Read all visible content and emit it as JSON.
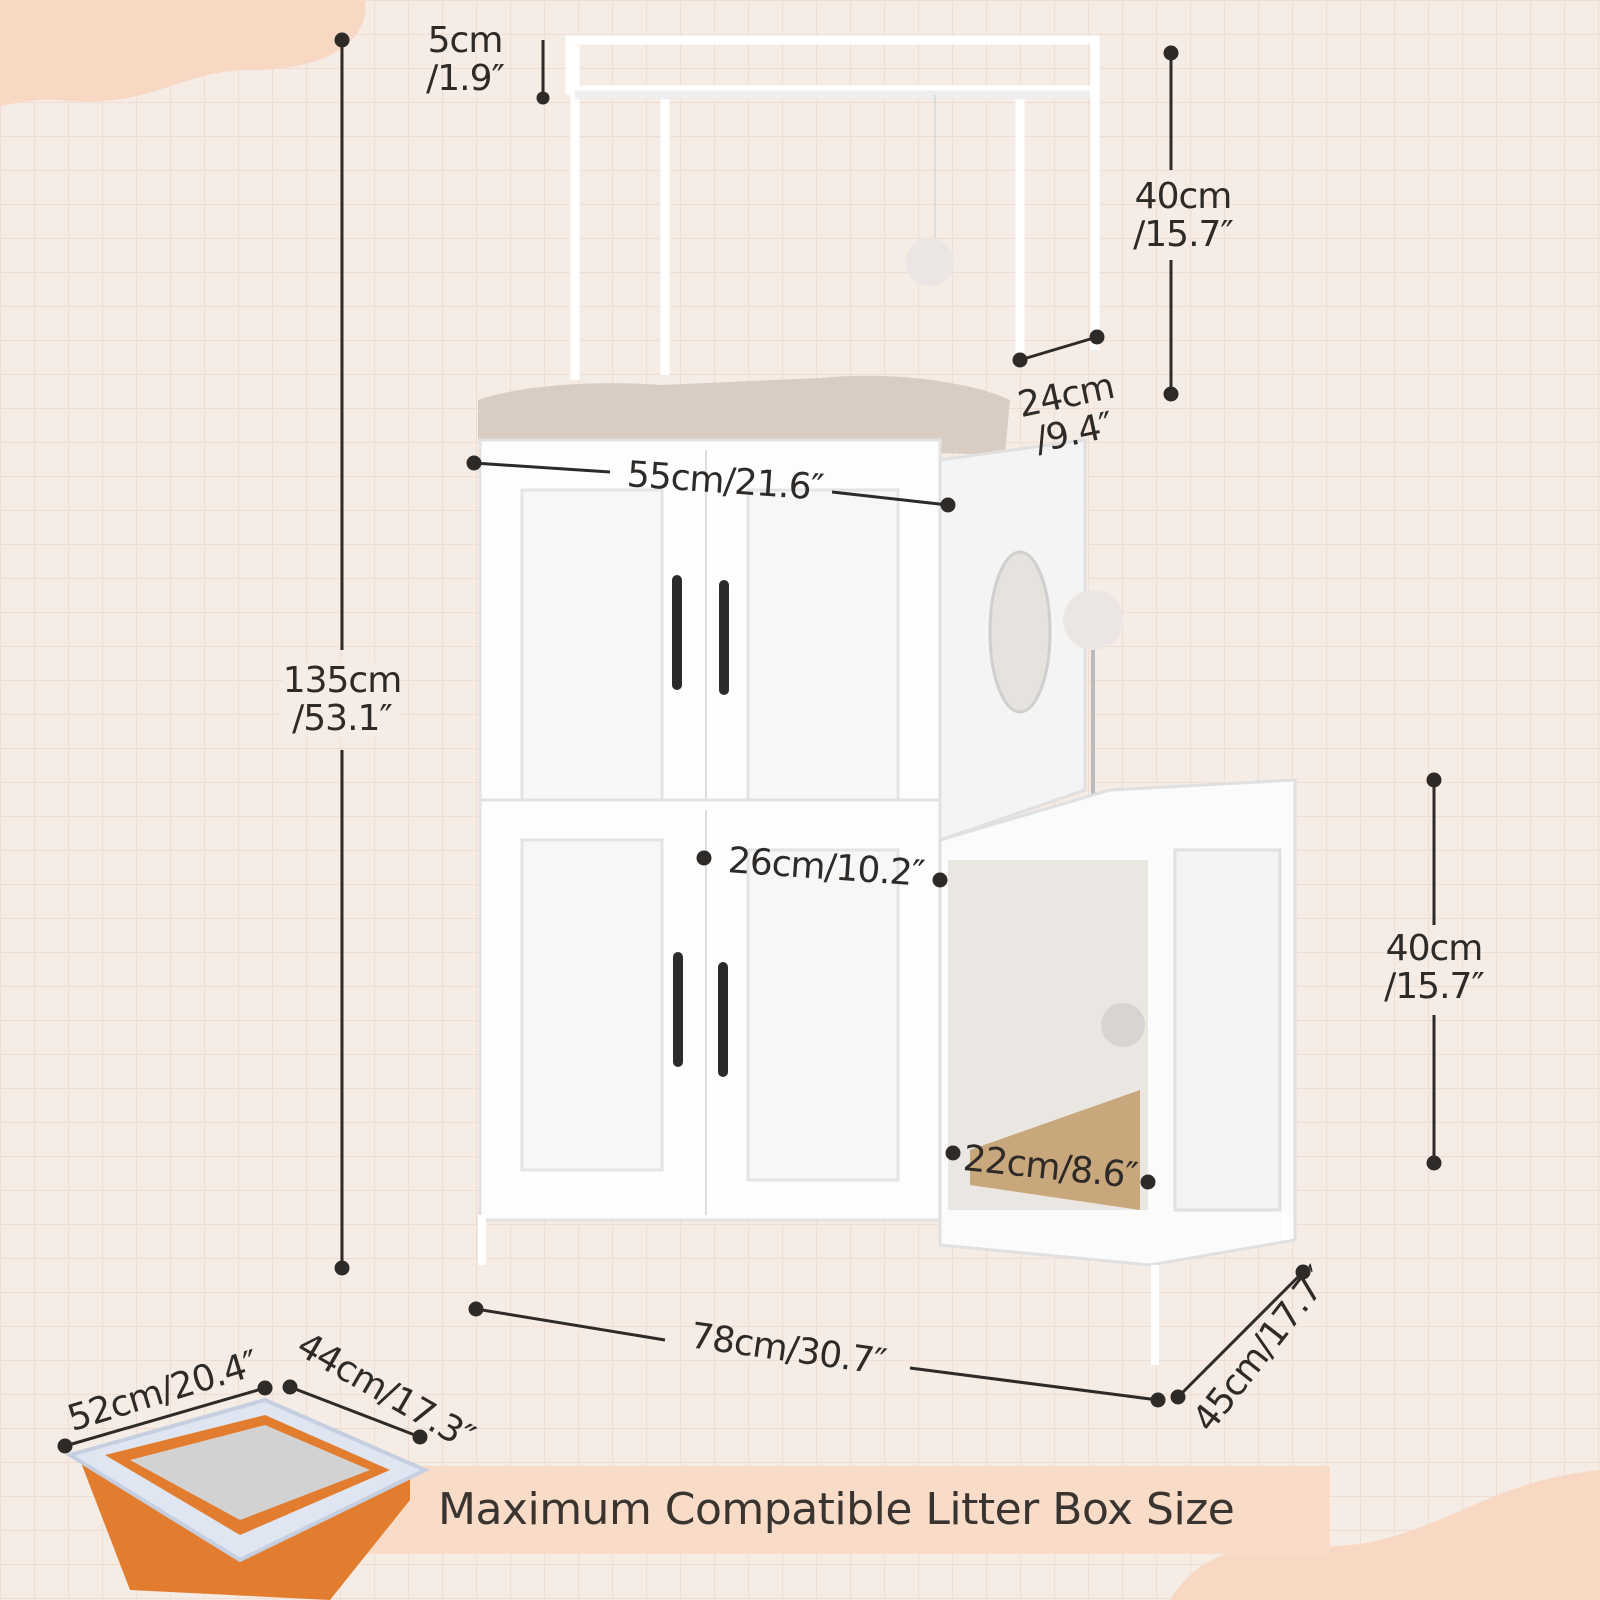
{
  "dimensions": {
    "shelf_gap": {
      "cm": "5cm",
      "in": "/1.9″"
    },
    "top_frame_height": {
      "cm": "40cm",
      "in": "/15.7″"
    },
    "top_frame_depth": {
      "cm": "24cm",
      "in": "/9.4″"
    },
    "cabinet_width": "55cm/21.6″",
    "total_height": {
      "cm": "135cm",
      "in": "/53.1″"
    },
    "side_compartment_height": {
      "cm": "40cm",
      "in": "/15.7″"
    },
    "inner_width": "26cm/10.2″",
    "entrance_width": "22cm/8.6″",
    "total_width": "78cm/30.7″",
    "total_depth": "45cm/17.7″"
  },
  "litter_box": {
    "length": "52cm/20.4″",
    "width": "44cm/17.3″",
    "caption": "Maximum Compatible Litter Box Size"
  },
  "colors": {
    "background": "#f6ece6",
    "banner": "#f8dcc8",
    "litter_box": "#e27d2f",
    "cabinet": "#ffffff"
  }
}
